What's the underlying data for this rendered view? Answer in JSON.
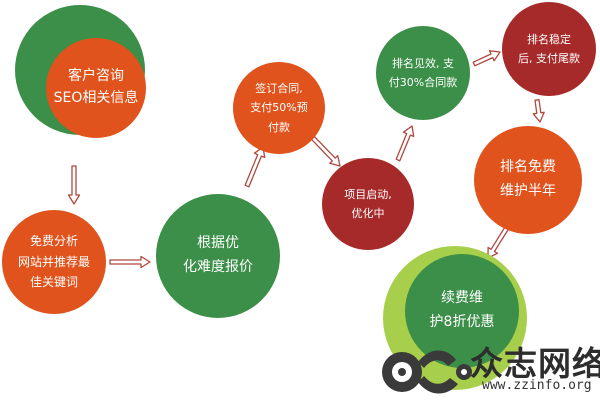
{
  "colors": {
    "green": "#3b8f48",
    "orange": "#e0531d",
    "darkred": "#a72a2a",
    "lime": "#a8cf4c",
    "arrow_fill": "#ffffff",
    "arrow_stroke": "#b0473f"
  },
  "nodes": [
    {
      "id": "consult",
      "lines": [
        "客户咨询",
        "SEO相关信息"
      ]
    },
    {
      "id": "analysis",
      "lines": [
        "免费分析",
        "网站并推荐最",
        "佳关键词"
      ]
    },
    {
      "id": "quote",
      "lines": [
        "根据优",
        "化难度报价"
      ]
    },
    {
      "id": "contract",
      "lines": [
        "签订合同,",
        "支付50%预",
        "付款"
      ]
    },
    {
      "id": "start",
      "lines": [
        "项目启动,",
        "优化中"
      ]
    },
    {
      "id": "effect",
      "lines": [
        "排名见效, 支",
        "付30%合同款"
      ]
    },
    {
      "id": "stable",
      "lines": [
        "排名稳定",
        "后, 支付尾款"
      ]
    },
    {
      "id": "free",
      "lines": [
        "排名免费",
        "维护半年"
      ]
    },
    {
      "id": "renew",
      "lines": [
        "续费维",
        "护8折优惠"
      ]
    }
  ],
  "logo": {
    "icon": "chain-link-icon",
    "brand": "众志网络",
    "url": "www.zzinfo.org"
  }
}
